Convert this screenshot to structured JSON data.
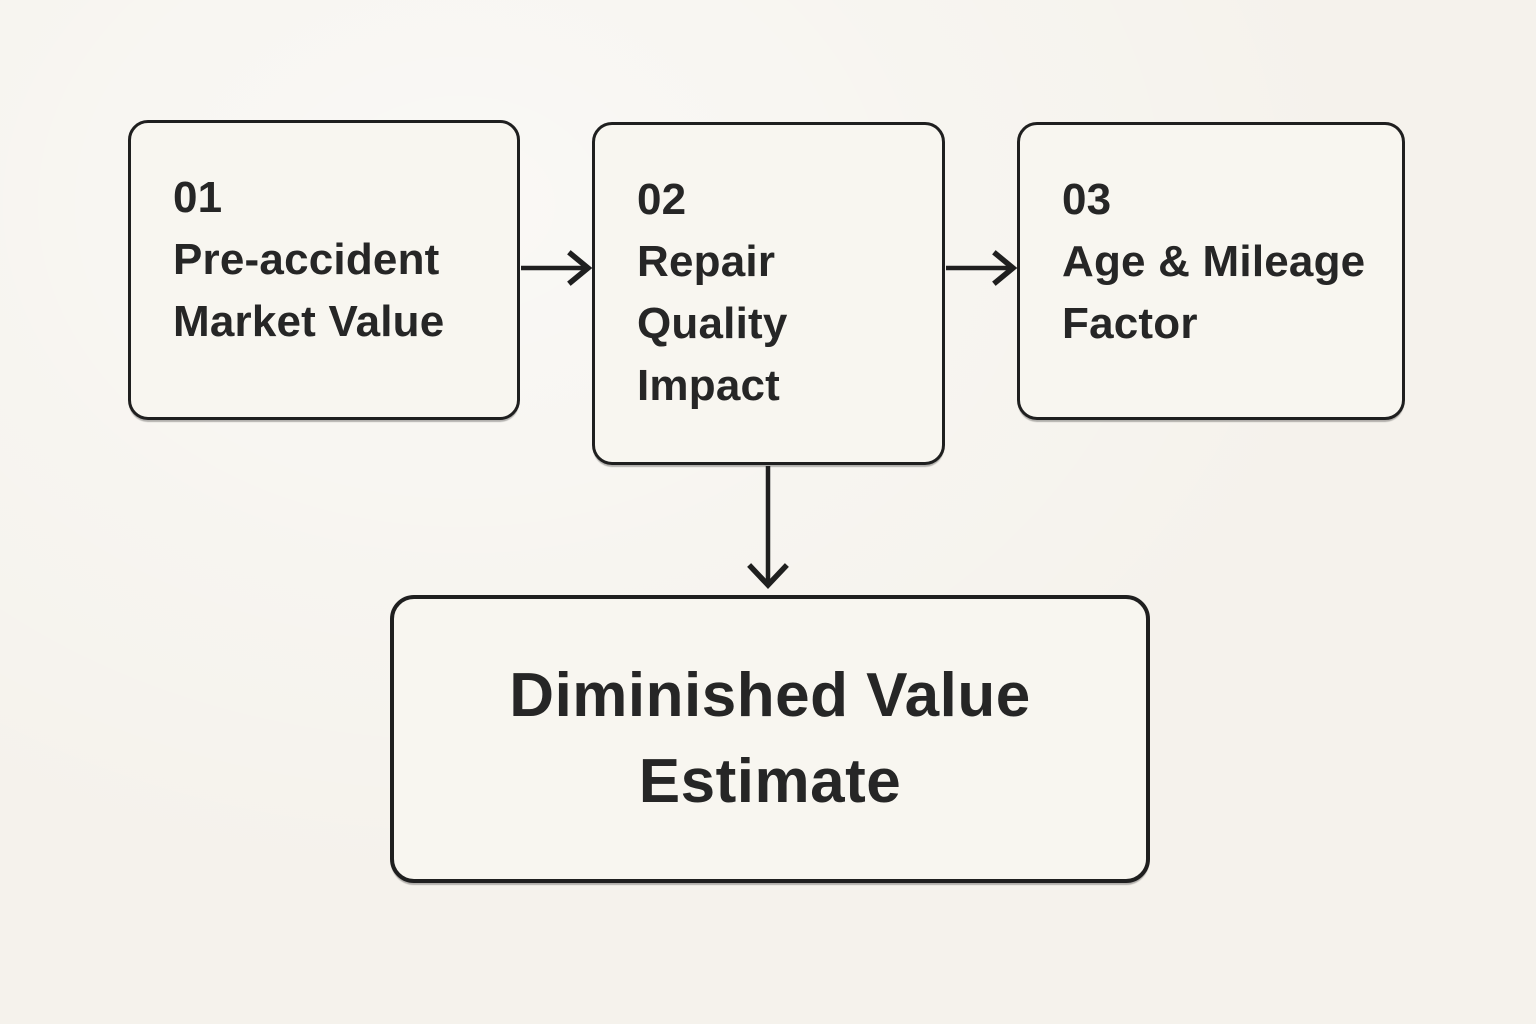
{
  "theme": {
    "background": "#f5f2ec",
    "box_fill": "#f8f6f0",
    "line_color": "#1f1f1f",
    "text_color": "#262626"
  },
  "diagram": {
    "title": "Diminished Value Estimate flowchart",
    "nodes": [
      {
        "number": "01",
        "lines": [
          "Pre-accident",
          "Market Value"
        ]
      },
      {
        "number": "02",
        "lines": [
          "Repair",
          "Quality",
          "Impact"
        ]
      },
      {
        "number": "03",
        "lines": [
          "Age & Mileage",
          "Factor"
        ]
      }
    ],
    "result": {
      "lines": [
        "Diminished Value",
        "Estimate"
      ]
    },
    "arrows": [
      {
        "name": "arrow-node1-to-node2",
        "direction": "right"
      },
      {
        "name": "arrow-node2-to-node3",
        "direction": "right"
      },
      {
        "name": "arrow-node2-to-result",
        "direction": "down"
      }
    ]
  }
}
